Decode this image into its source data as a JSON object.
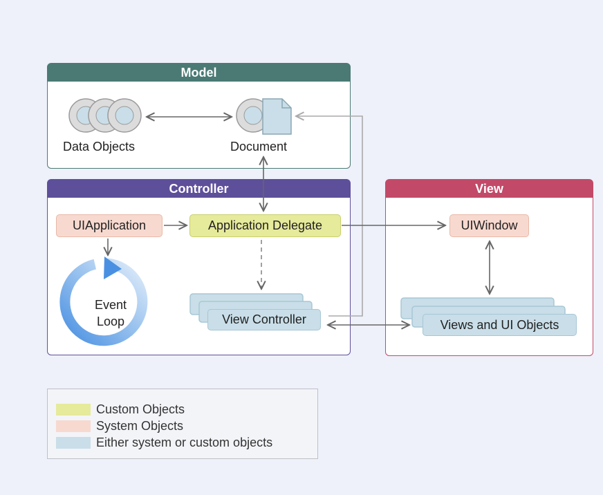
{
  "groups": {
    "model": "Model",
    "controller": "Controller",
    "view": "View"
  },
  "nodes": {
    "data_objects": "Data Objects",
    "document": "Document",
    "ui_application": "UIApplication",
    "app_delegate": "Application Delegate",
    "event_loop_line1": "Event",
    "event_loop_line2": "Loop",
    "view_controller": "View Controller",
    "ui_window": "UIWindow",
    "views_ui_objects": "Views and UI Objects"
  },
  "legend": {
    "custom": "Custom Objects",
    "system": "System Objects",
    "either": "Either system or custom objects"
  },
  "colors": {
    "model": "#4a7a73",
    "controller": "#5e4f9a",
    "view": "#c24a68",
    "custom": "#e6ea9b",
    "system": "#f7d9cf",
    "either": "#c9dee8"
  }
}
